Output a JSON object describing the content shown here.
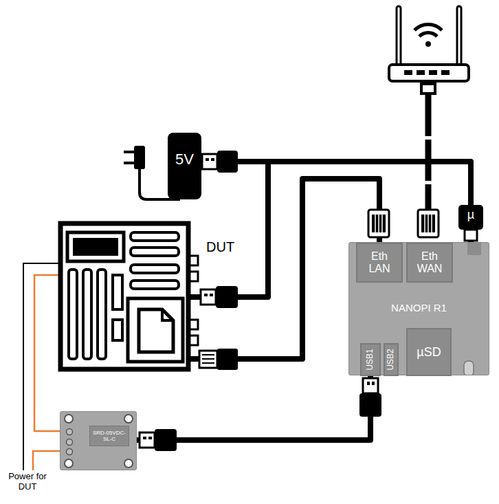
{
  "diagram": {
    "nodes": [
      {
        "text": [
          "5V"
        ]
      },
      {
        "text": [
          "DUT"
        ]
      },
      {
        "text": [
          "NANOPI R1"
        ]
      },
      {
        "text": [
          "Eth LAN"
        ],
        "in": 2
      },
      {
        "text": [
          "Eth WAN"
        ],
        "in": 2
      },
      {
        "text": [
          "USB1"
        ],
        "in": 2
      },
      {
        "text": [
          "USB2"
        ],
        "in": 2
      },
      {
        "text": [
          "µSD"
        ],
        "in": 2
      },
      {
        "text": [
          "SRD-05VDC-SL-C"
        ]
      }
    ],
    "edges": [
      {
        "from": 0,
        "to": 1,
        "arrow": "none"
      },
      {
        "from": 0,
        "to": 2,
        "arrow": "none"
      },
      {
        "from": 3,
        "to": 1,
        "arrow": "none"
      },
      {
        "from": 5,
        "to": 8,
        "arrow": "none"
      },
      {
        "from": 8,
        "to": 1,
        "arrow": "none"
      }
    ],
    "labels": [
      "µ",
      "Power for DUT"
    ]
  }
}
